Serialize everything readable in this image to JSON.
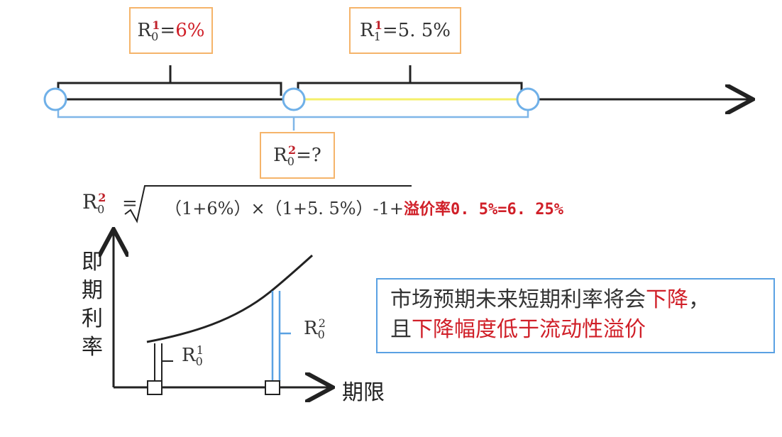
{
  "top_labels": {
    "r01": {
      "base": "R",
      "sub": "0",
      "sup": "1",
      "eq": "=",
      "value": "6%"
    },
    "r11": {
      "base": "R",
      "sub": "1",
      "sup": "1",
      "eq": "=5. 5%"
    },
    "r02": {
      "base": "R",
      "sub": "0",
      "sup": "2",
      "eq": "=?"
    }
  },
  "formula": {
    "lhs_base": "R",
    "lhs_sub": "0",
    "lhs_sup": "2",
    "equals": "=",
    "body": "（1+6%）×（1+5. 5%）-1+",
    "tail": "溢价率0. 5%=6. 25%"
  },
  "chart": {
    "ylabel": "即期利率",
    "xlabel": "期限",
    "marker1": {
      "base": "R",
      "sub": "0",
      "sup": "1"
    },
    "marker2": {
      "base": "R",
      "sub": "0",
      "sup": "2"
    }
  },
  "note": {
    "line1_plain": "市场预期未来短期利率将会",
    "line1_red": "下降",
    "line1_end": "，",
    "line2_plain": "且",
    "line2_red": "下降幅度低于流动性溢价"
  },
  "colors": {
    "red": "#d01f28",
    "orange_border": "#f5b46a",
    "blue": "#5aa1e3",
    "yellow": "#f4ef6a"
  }
}
